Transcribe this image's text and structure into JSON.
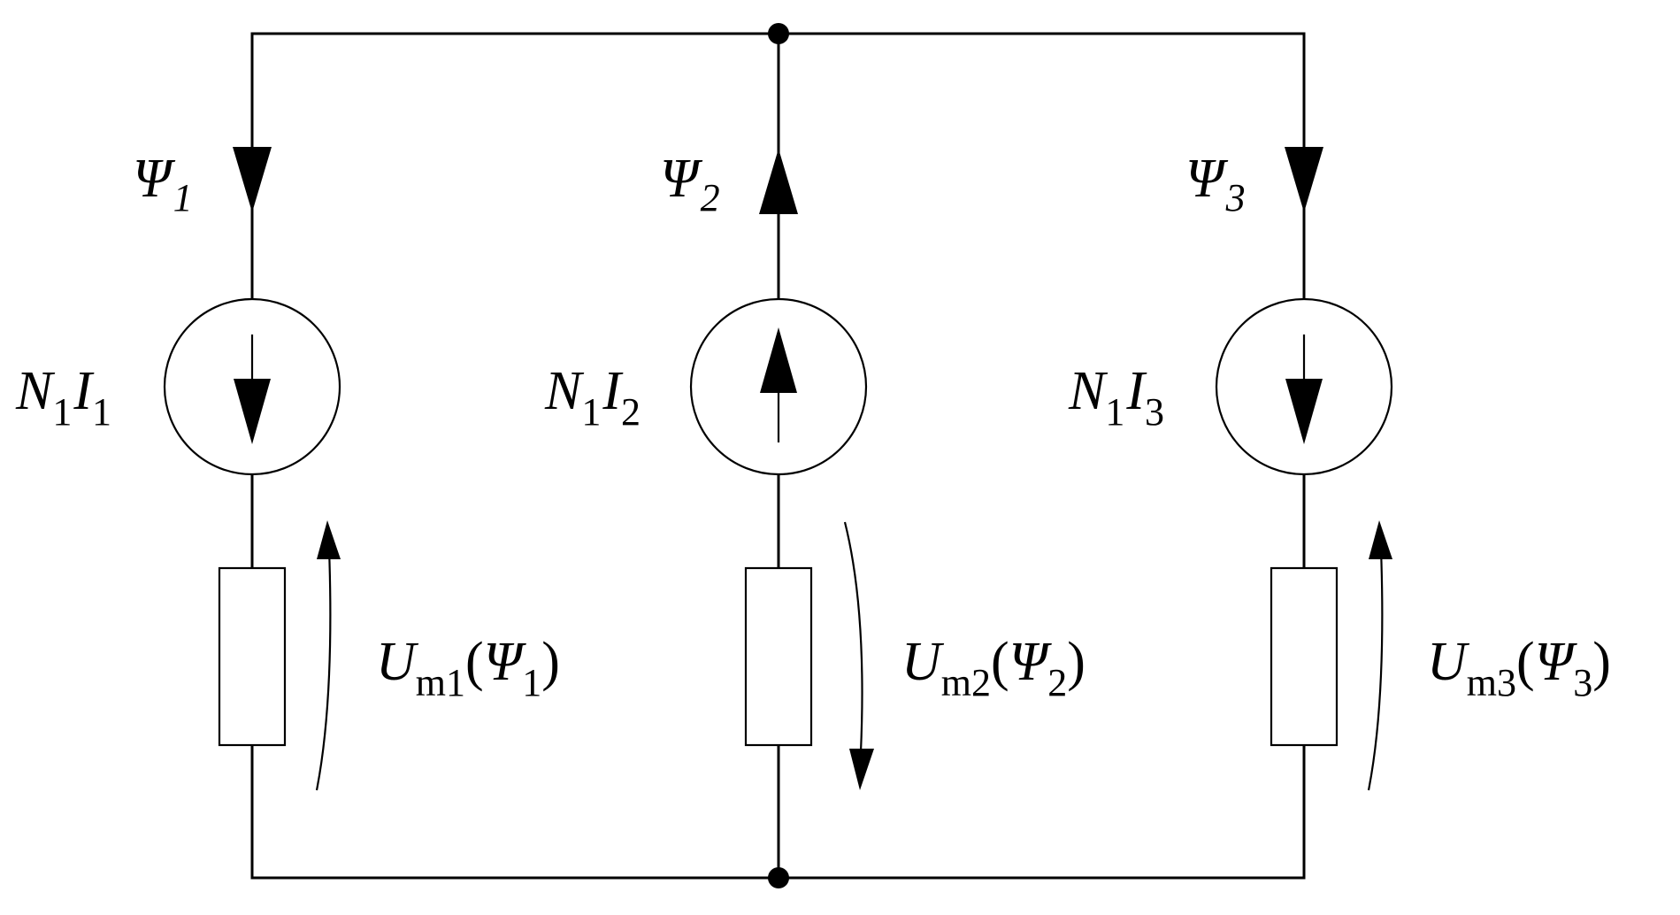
{
  "nodes": [
    {
      "id": "top-node"
    },
    {
      "id": "bottom-node"
    }
  ],
  "branches": [
    {
      "flux_symbol": "Ψ",
      "flux_sub": "1",
      "flux_direction": "down",
      "source_turns": "N",
      "source_turns_sub": "1",
      "source_current": "I",
      "source_current_sub": "1",
      "source_direction": "down",
      "mmf_symbol": "U",
      "mmf_sub": "m1",
      "mmf_arg_open": "(",
      "mmf_arg_symbol": "Ψ",
      "mmf_arg_sub": "1",
      "mmf_arg_close": ")",
      "mmf_arrow_direction": "up"
    },
    {
      "flux_symbol": "Ψ",
      "flux_sub": "2",
      "flux_direction": "up",
      "source_turns": "N",
      "source_turns_sub": "1",
      "source_current": "I",
      "source_current_sub": "2",
      "source_direction": "up",
      "mmf_symbol": "U",
      "mmf_sub": "m2",
      "mmf_arg_open": "(",
      "mmf_arg_symbol": "Ψ",
      "mmf_arg_sub": "2",
      "mmf_arg_close": ")",
      "mmf_arrow_direction": "down"
    },
    {
      "flux_symbol": "Ψ",
      "flux_sub": "3",
      "flux_direction": "down",
      "source_turns": "N",
      "source_turns_sub": "1",
      "source_current": "I",
      "source_current_sub": "3",
      "source_direction": "down",
      "mmf_symbol": "U",
      "mmf_sub": "m3",
      "mmf_arg_open": "(",
      "mmf_arg_symbol": "Ψ",
      "mmf_arg_sub": "3",
      "mmf_arg_close": ")",
      "mmf_arrow_direction": "up"
    }
  ]
}
